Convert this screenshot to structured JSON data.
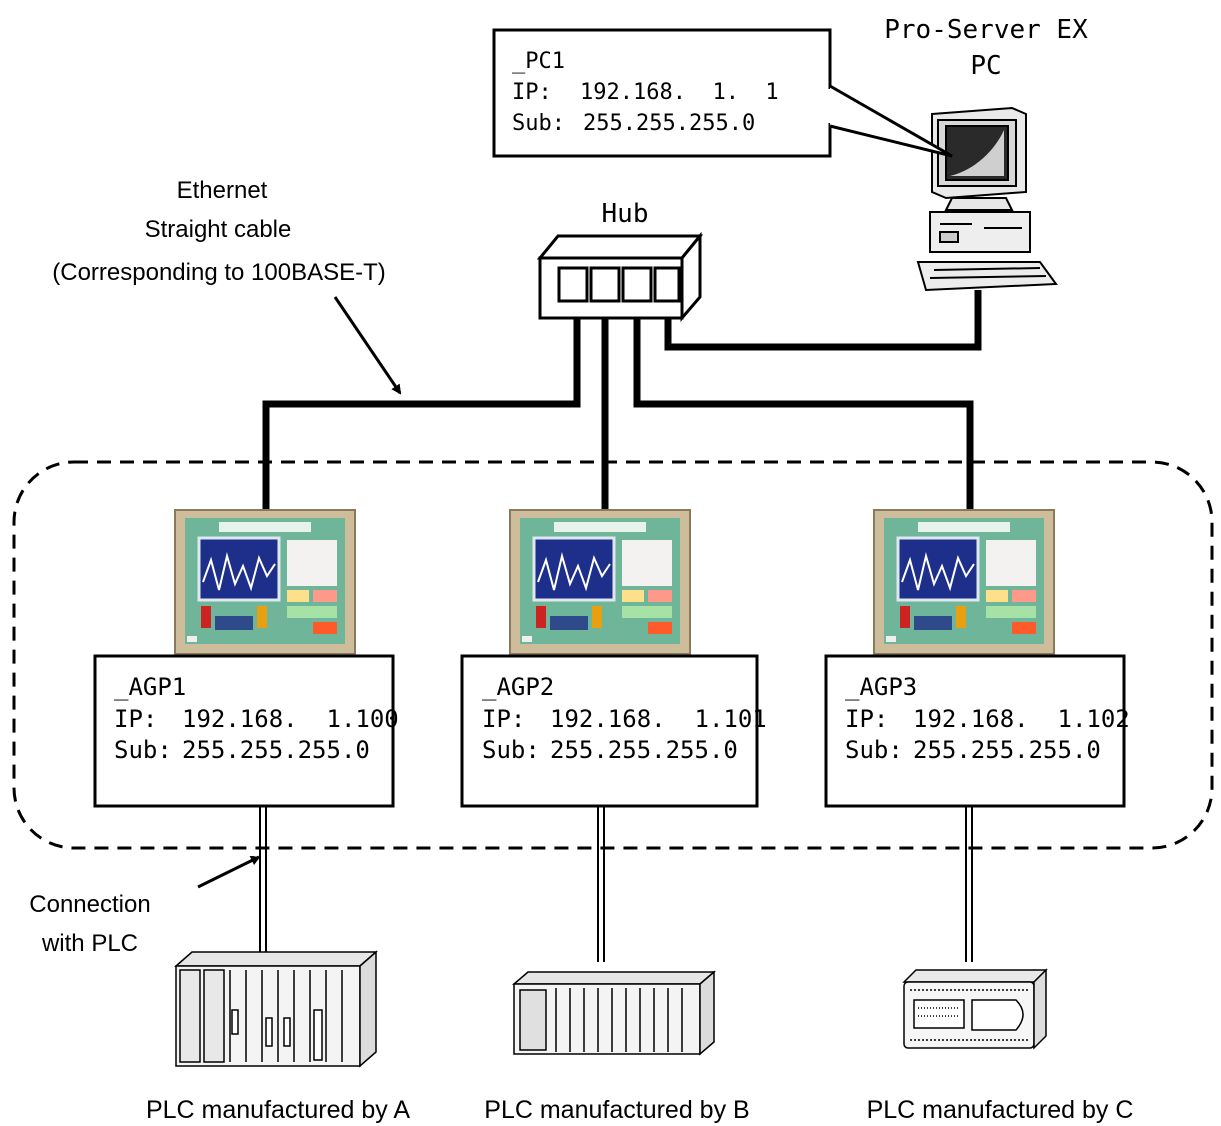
{
  "pc": {
    "title_line1": "Pro-Server EX",
    "title_line2": "PC",
    "name": "_PC1",
    "ip_label": "IP:",
    "ip": "192.168.  1.  1",
    "sub_label": "Sub:",
    "sub": "255.255.255.0"
  },
  "hub": {
    "label": "Hub"
  },
  "cable": {
    "line1": "Ethernet",
    "line2": "Straight cable",
    "line3": "(Corresponding to 100BASE-T)"
  },
  "agps": [
    {
      "name": "_AGP1",
      "ip_label": "IP:",
      "ip": "192.168.  1.100",
      "sub_label": "Sub:",
      "sub": "255.255.255.0"
    },
    {
      "name": "_AGP2",
      "ip_label": "IP:",
      "ip": "192.168.  1.101",
      "sub_label": "Sub:",
      "sub": "255.255.255.0"
    },
    {
      "name": "_AGP3",
      "ip_label": "IP:",
      "ip": "192.168.  1.102",
      "sub_label": "Sub:",
      "sub": "255.255.255.0"
    }
  ],
  "plc_connection": {
    "line1": "Connection",
    "line2": "with PLC"
  },
  "plcs": [
    {
      "label": "PLC manufactured by A"
    },
    {
      "label": "PLC manufactured by B"
    },
    {
      "label": "PLC manufactured by C"
    }
  ]
}
